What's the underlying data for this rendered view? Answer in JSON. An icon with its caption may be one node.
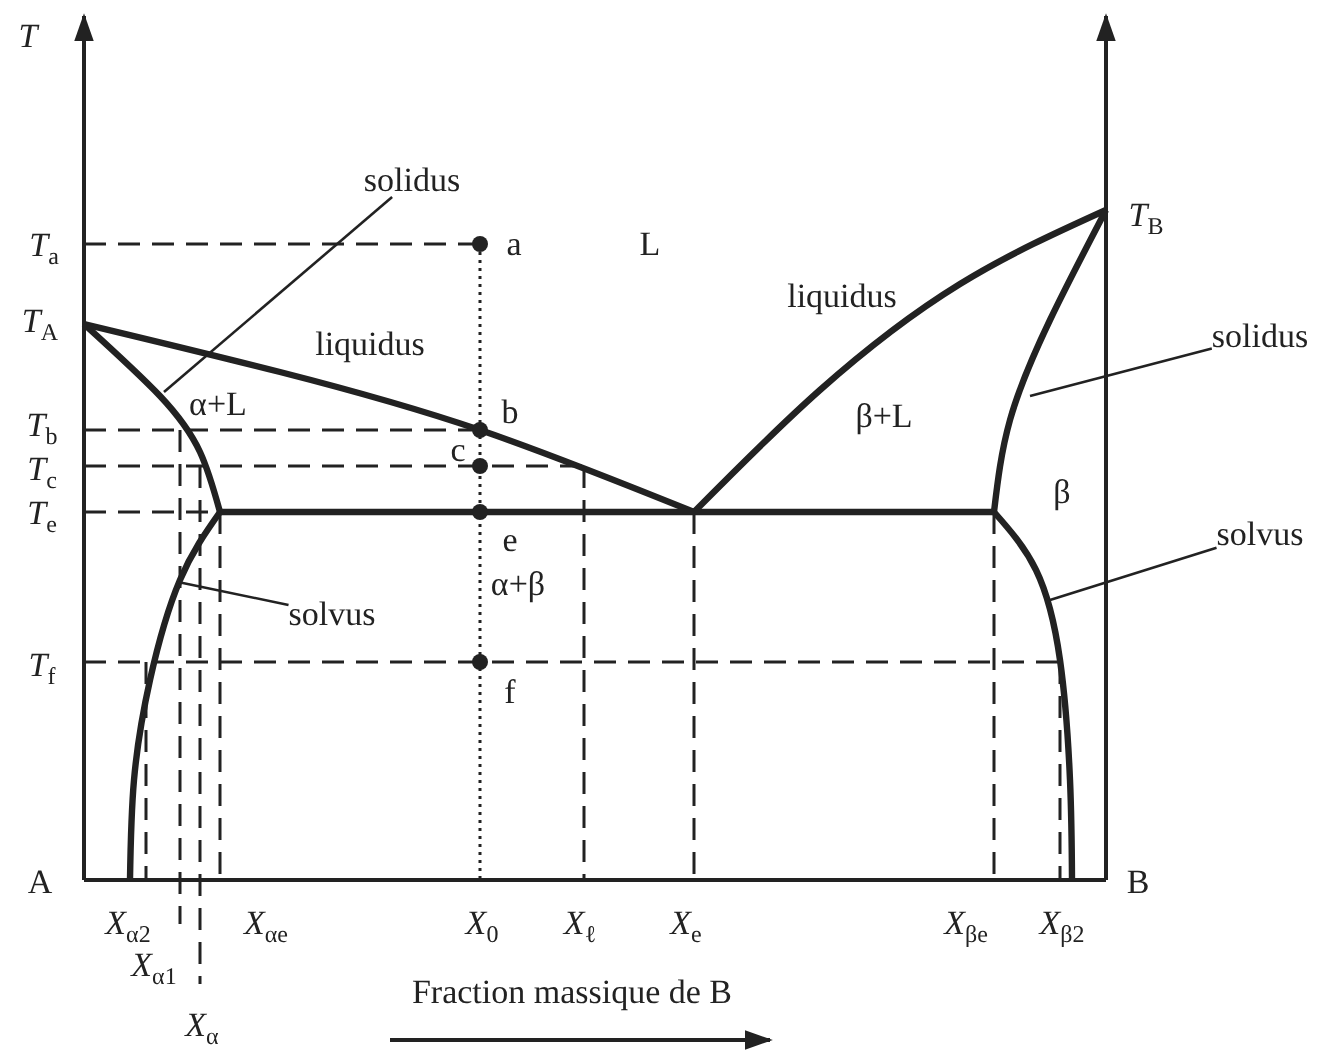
{
  "diagram": {
    "nodes": [
      {
        "text": [
          "solidus"
        ]
      },
      {
        "text": [
          "solidus"
        ]
      },
      {
        "text": [
          "solvus"
        ]
      },
      {
        "text": [
          "solvus"
        ]
      }
    ],
    "edges": [
      {
        "from": 0,
        "to": null,
        "arrow": "none"
      },
      {
        "from": 1,
        "to": null,
        "arrow": "none"
      },
      {
        "from": 2,
        "to": null,
        "arrow": "none"
      },
      {
        "from": 3,
        "to": null,
        "arrow": "none"
      }
    ],
    "labels": [
      "*T*",
      "*T*$_{B}$",
      "*T*$_{a}$",
      "a",
      "L",
      "liquidus",
      "*T*$_{A}$",
      "liquidus",
      "*T*$_{b}$",
      "α+L",
      "b",
      "β+L",
      "c",
      "*T*$_{c}$",
      "β",
      "*T*$_{e}$",
      "e",
      "α+β",
      "*T*$_{f}$",
      "f",
      "A",
      "B",
      "*X*$_{α2}$",
      "*X*$_{αe}$",
      "*X*$_{0}$",
      "*X*$_{ℓ}$",
      "*X*$_{e}$",
      "*X*$_{βe}$",
      "*X*$_{β2}$",
      "*X*$_{α1}$",
      "Fraction massique de B",
      "*X*$_{α}$"
    ]
  }
}
